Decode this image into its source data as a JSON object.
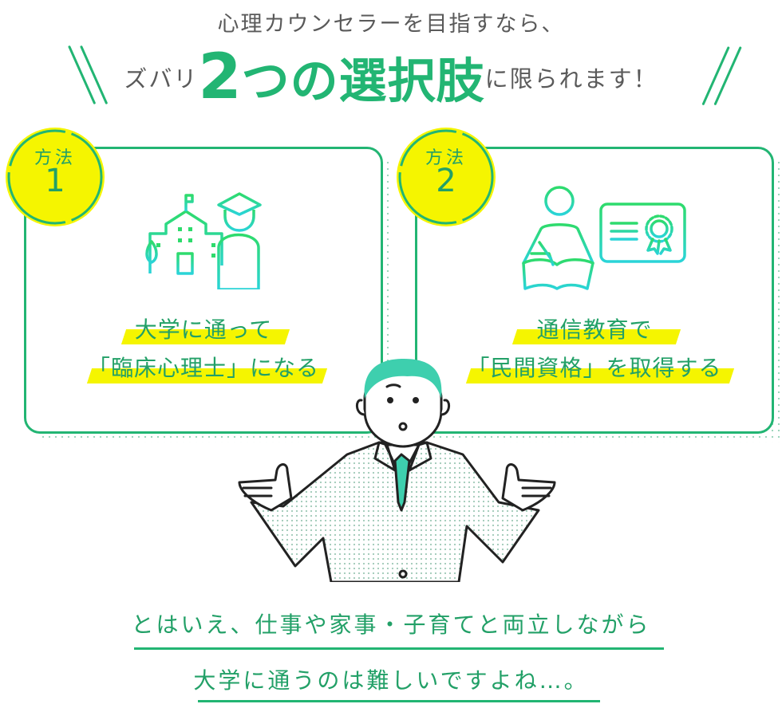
{
  "headline": {
    "line1": "心理カウンセラーを目指すなら、",
    "prefix": "ズバリ",
    "number": "2",
    "emphasis": "つの選択肢",
    "suffix": "に限られます！"
  },
  "methods": [
    {
      "badge_label": "方法",
      "badge_number": "1",
      "icon": "university-graduate-icon",
      "line1": "大学に通って",
      "line2": "「臨床心理士」になる"
    },
    {
      "badge_label": "方法",
      "badge_number": "2",
      "icon": "distance-learning-certificate-icon",
      "line1": "通信教育で",
      "line2": "「民間資格」を取得する"
    }
  ],
  "illustration": "businessman-shrugging-illustration",
  "footer": {
    "line1": "とはいえ、仕事や家事・子育てと両立しながら",
    "line2": "大学に通うのは難しいですよね…。"
  },
  "colors": {
    "green": "#22b573",
    "text_green": "#22a067",
    "yellow": "#f5f500",
    "gray_text": "#5a5a5a",
    "teal": "#3ecfae"
  }
}
